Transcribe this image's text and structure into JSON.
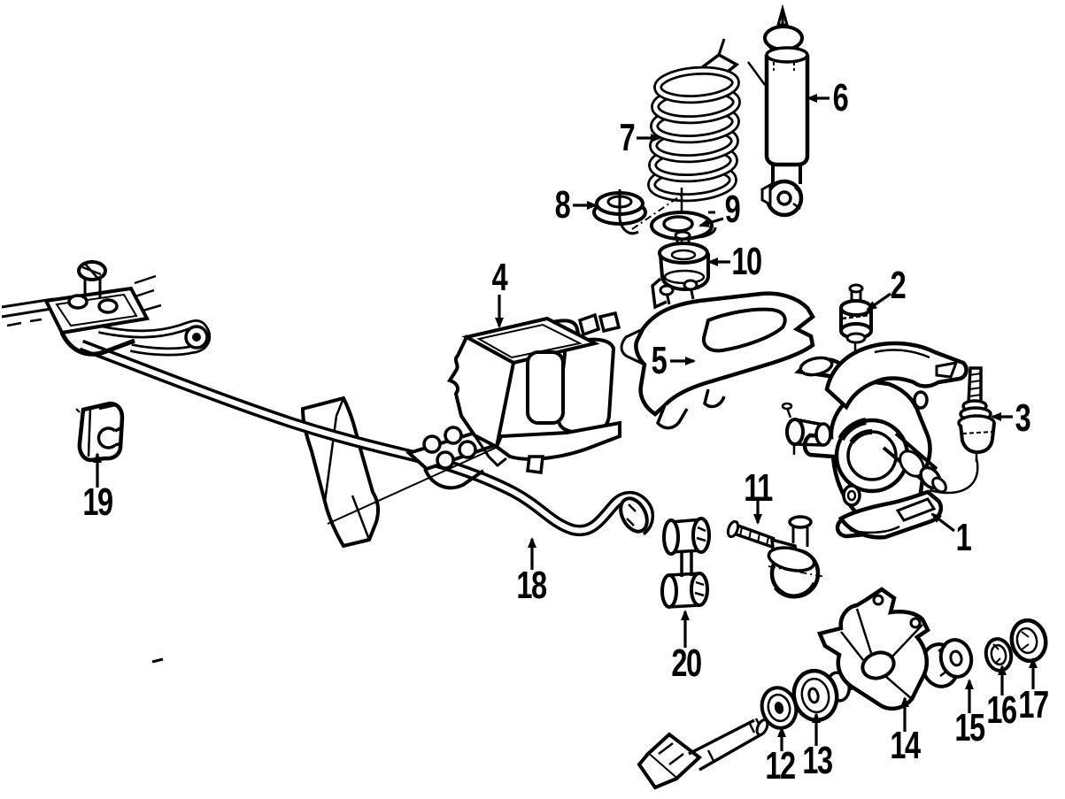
{
  "figure": {
    "type": "exploded-parts-diagram",
    "background_color": "#ffffff",
    "line_color": "#000000"
  },
  "callouts": [
    {
      "label": "1"
    },
    {
      "label": "2"
    },
    {
      "label": "3"
    },
    {
      "label": "4"
    },
    {
      "label": "5"
    },
    {
      "label": "6"
    },
    {
      "label": "7"
    },
    {
      "label": "8"
    },
    {
      "label": "9"
    },
    {
      "label": "10"
    },
    {
      "label": "11"
    },
    {
      "label": "12"
    },
    {
      "label": "13"
    },
    {
      "label": "14"
    },
    {
      "label": "15"
    },
    {
      "label": "16"
    },
    {
      "label": "17"
    },
    {
      "label": "18"
    },
    {
      "label": "19"
    },
    {
      "label": "20"
    }
  ]
}
